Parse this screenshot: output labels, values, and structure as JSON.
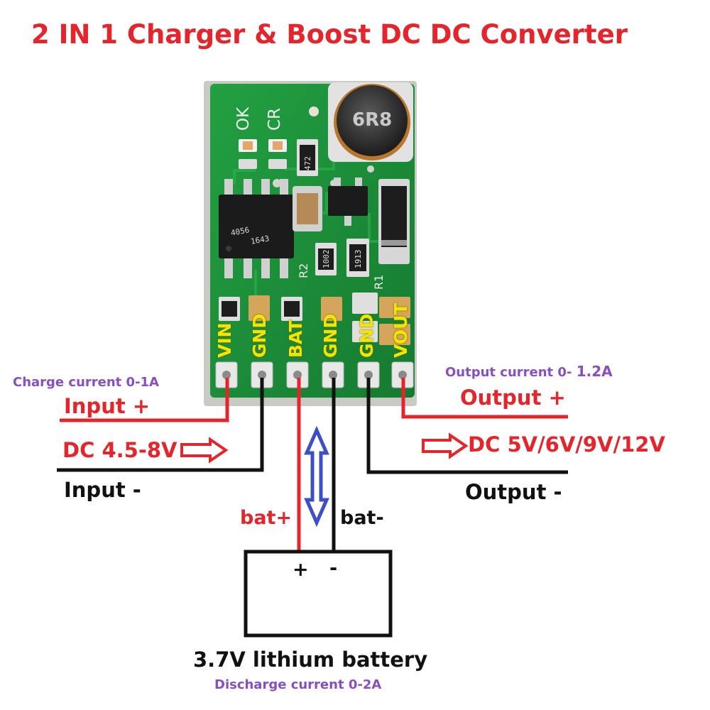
{
  "title": "2 IN 1 Charger & Boost DC DC Converter",
  "board": {
    "pins": [
      "VIN",
      "GND",
      "BAT",
      "GND",
      "GND",
      "VOUT"
    ],
    "led_labels": [
      "OK",
      "CR"
    ],
    "inductor_marking": "6R8",
    "chip_marking_1": "4056",
    "chip_marking_2": "1643",
    "silk_r2": "R2",
    "silk_r1": "R1",
    "resistor_marks": [
      "472",
      "1002",
      "1913"
    ]
  },
  "left": {
    "charge_current": "Charge current 0-1A",
    "input_plus": "Input +",
    "dc_range": "DC 4.5-8V",
    "input_minus": "Input -"
  },
  "right": {
    "output_current_prefix": "Output current 0- ",
    "output_current_value": "1.2A",
    "output_plus": "Output +",
    "dc_range": "DC 5V/6V/9V/12V",
    "output_minus": "Output -"
  },
  "battery": {
    "bat_plus": "bat+",
    "bat_minus": "bat-",
    "plus_sign": "+",
    "minus_sign": "-",
    "label": "3.7V lithium battery",
    "discharge_current": "Discharge current 0-2A"
  },
  "colors": {
    "red_wire": "#e4252c",
    "black_wire": "#111111",
    "pcb_green": "#1f8f3a",
    "pin_text": "#f2e600",
    "note_purple": "#8a4fbf",
    "arrow_blue": "#3c4fc8"
  }
}
